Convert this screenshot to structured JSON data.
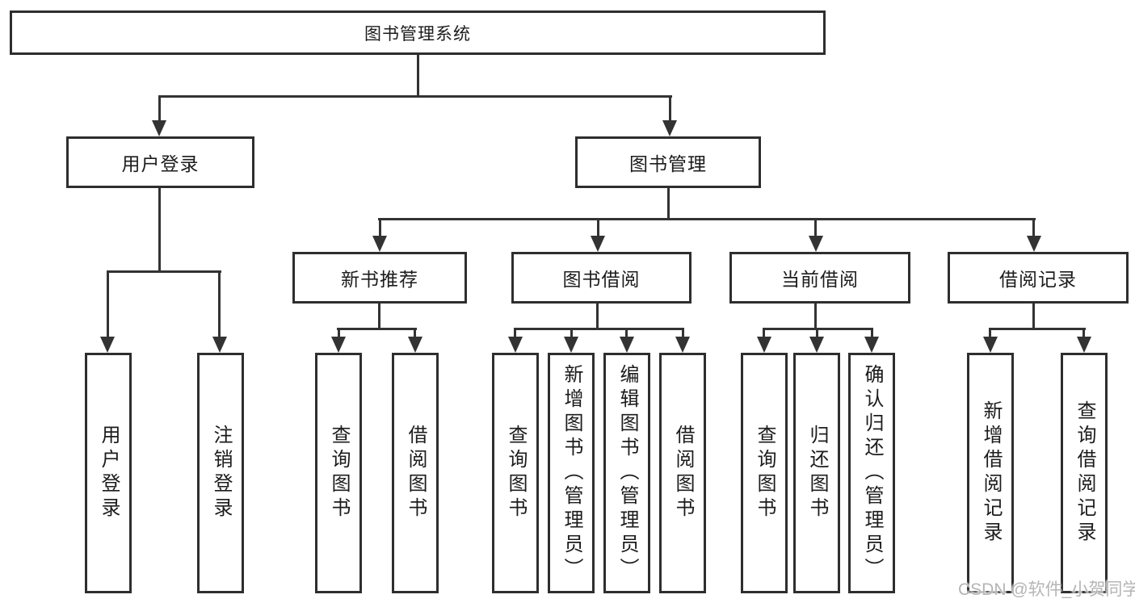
{
  "diagram": {
    "root": {
      "label": "图书管理系统"
    },
    "branches": [
      {
        "label": "用户登录",
        "children": [
          {
            "label": "用户登录"
          },
          {
            "label": "注销登录"
          }
        ]
      },
      {
        "label": "图书管理",
        "sections": [
          {
            "label": "新书推荐",
            "children": [
              {
                "label": "查询图书"
              },
              {
                "label": "借阅图书"
              }
            ]
          },
          {
            "label": "图书借阅",
            "children": [
              {
                "label": "查询图书"
              },
              {
                "label": "新增图书（管理员）"
              },
              {
                "label": "编辑图书（管理员）"
              },
              {
                "label": "借阅图书"
              }
            ]
          },
          {
            "label": "当前借阅",
            "children": [
              {
                "label": "查询图书"
              },
              {
                "label": "归还图书"
              },
              {
                "label": "确认归还（管理员）"
              }
            ]
          },
          {
            "label": "借阅记录",
            "children": [
              {
                "label": "新增借阅记录"
              },
              {
                "label": "查询借阅记录"
              }
            ]
          }
        ]
      }
    ]
  },
  "watermark": {
    "text": "CSDN @软件_小贺同学"
  },
  "colors": {
    "line_color": "#333333",
    "border_color": "#2e2e2e",
    "text_color": "#1c1c1c",
    "watermark_color": "#b5b5b5",
    "background_color": "#ffffff"
  }
}
